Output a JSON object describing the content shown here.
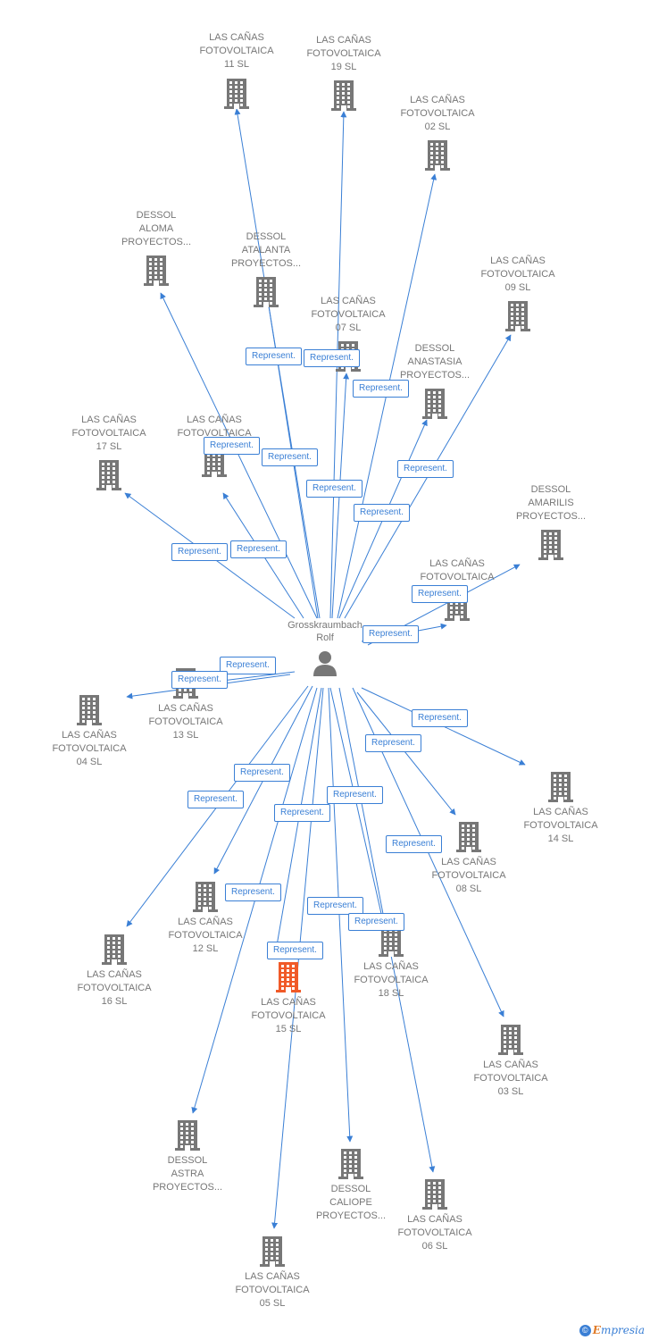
{
  "colors": {
    "edge": "#3a7fd5",
    "building": "#777777",
    "highlight": "#f05a28",
    "person": "#777777"
  },
  "center": {
    "name": "Grosskraumbach\nRolf",
    "icon": "person-icon"
  },
  "relation_label": "Represent.",
  "nodes": [
    {
      "id": "n11",
      "label": "LAS CAÑAS\nFOTOVOLTAICA\n11 SL",
      "icon": "building-icon",
      "highlight": false
    },
    {
      "id": "n19",
      "label": "LAS CAÑAS\nFOTOVOLTAICA\n19 SL",
      "icon": "building-icon",
      "highlight": false
    },
    {
      "id": "n02",
      "label": "LAS CAÑAS\nFOTOVOLTAICA\n02 SL",
      "icon": "building-icon",
      "highlight": false
    },
    {
      "id": "naloma",
      "label": "DESSOL\nALOMA\nPROYECTOS...",
      "icon": "building-icon",
      "highlight": false
    },
    {
      "id": "natalanta",
      "label": "DESSOL\nATALANTA\nPROYECTOS...",
      "icon": "building-icon",
      "highlight": false
    },
    {
      "id": "n09",
      "label": "LAS CAÑAS\nFOTOVOLTAICA\n09 SL",
      "icon": "building-icon",
      "highlight": false
    },
    {
      "id": "n07",
      "label": "LAS CAÑAS\nFOTOVOLTAICA\n07 SL",
      "icon": "building-icon",
      "highlight": false
    },
    {
      "id": "nanastasia",
      "label": "DESSOL\nANASTASIA\nPROYECTOS...",
      "icon": "building-icon",
      "highlight": false
    },
    {
      "id": "n17",
      "label": "LAS CAÑAS\nFOTOVOLTAICA\n17 SL",
      "icon": "building-icon",
      "highlight": false
    },
    {
      "id": "n10",
      "label": "LAS CAÑAS\nFOTOVOLTAICA",
      "icon": "building-icon",
      "highlight": false
    },
    {
      "id": "namarilis",
      "label": "DESSOL\nAMARILIS\nPROYECTOS...",
      "icon": "building-icon",
      "highlight": false
    },
    {
      "id": "n01",
      "label": "LAS CAÑAS\nFOTOVOLTAICA",
      "icon": "building-icon",
      "highlight": false
    },
    {
      "id": "n13",
      "label": "LAS CAÑAS\nFOTOVOLTAICA\n13 SL",
      "icon": "building-icon",
      "highlight": false
    },
    {
      "id": "n04",
      "label": "LAS CAÑAS\nFOTOVOLTAICA\n04 SL",
      "icon": "building-icon",
      "highlight": false
    },
    {
      "id": "n14",
      "label": "LAS CAÑAS\nFOTOVOLTAICA\n14 SL",
      "icon": "building-icon",
      "highlight": false
    },
    {
      "id": "n08",
      "label": "LAS CAÑAS\nFOTOVOLTAICA\n08 SL",
      "icon": "building-icon",
      "highlight": false
    },
    {
      "id": "n12",
      "label": "LAS CAÑAS\nFOTOVOLTAICA\n12 SL",
      "icon": "building-icon",
      "highlight": false
    },
    {
      "id": "n16",
      "label": "LAS CAÑAS\nFOTOVOLTAICA\n16 SL",
      "icon": "building-icon",
      "highlight": false
    },
    {
      "id": "n18",
      "label": "LAS CAÑAS\nFOTOVOLTAICA\n18 SL",
      "icon": "building-icon",
      "highlight": false
    },
    {
      "id": "n15",
      "label": "LAS CAÑAS\nFOTOVOLTAICA\n15 SL",
      "icon": "building-icon",
      "highlight": true
    },
    {
      "id": "n03",
      "label": "LAS CAÑAS\nFOTOVOLTAICA\n03 SL",
      "icon": "building-icon",
      "highlight": false
    },
    {
      "id": "nastra",
      "label": "DESSOL\nASTRA\nPROYECTOS...",
      "icon": "building-icon",
      "highlight": false
    },
    {
      "id": "ncaliope",
      "label": "DESSOL\nCALIOPE\nPROYECTOS...",
      "icon": "building-icon",
      "highlight": false
    },
    {
      "id": "n06",
      "label": "LAS CAÑAS\nFOTOVOLTAICA\n06 SL",
      "icon": "building-icon",
      "highlight": false
    },
    {
      "id": "n05",
      "label": "LAS CAÑAS\nFOTOVOLTAICA\n05 SL",
      "icon": "building-icon",
      "highlight": false
    }
  ],
  "brand": {
    "copyright_symbol": "©",
    "initial": "E",
    "rest": "mpresia"
  }
}
